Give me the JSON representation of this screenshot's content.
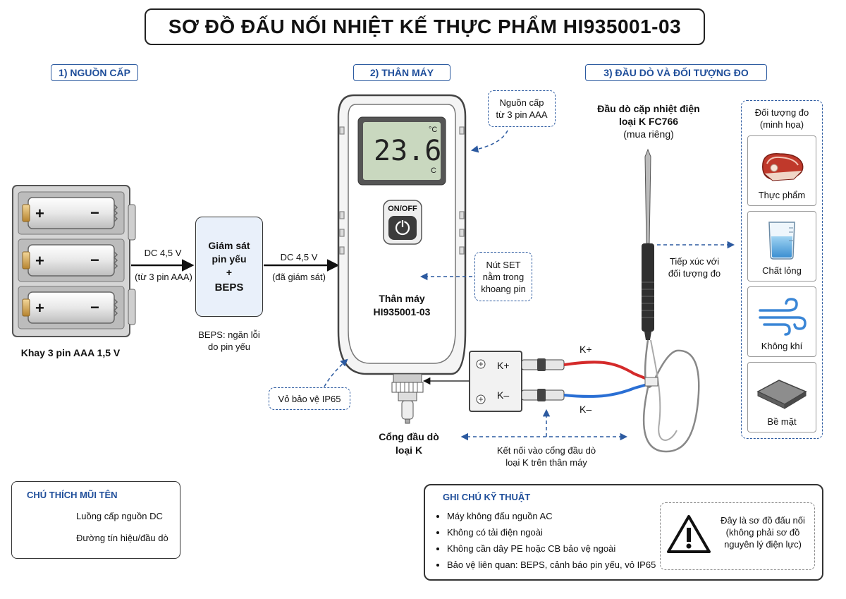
{
  "title": "SƠ ĐỒ ĐẤU NỐI NHIỆT KẾ THỰC PHẨM HI935001-03",
  "sections": {
    "power": "1) NGUỒN CẤP",
    "body": "2) THÂN MÁY",
    "probe": "3) ĐẦU DÒ VÀ ĐỐI TƯỢNG ĐO"
  },
  "battery": {
    "caption": "Khay 3 pin AAA 1,5 V",
    "plus": "+",
    "minus": "−"
  },
  "link1": {
    "top": "DC 4,5 V",
    "bottom": "(từ 3 pin AAA)"
  },
  "monitor": {
    "line1": "Giám sát",
    "line2": "pin yếu",
    "line3": "+",
    "line4": "BEPS",
    "note1": "BEPS: ngăn lỗi",
    "note2": "do pin yếu"
  },
  "link2": {
    "top": "DC 4,5 V",
    "bottom": "(đã giám sát)"
  },
  "meter": {
    "reading": "23.6",
    "unit_top": "°C",
    "unit_bottom": "C",
    "button": "ON/OFF",
    "label1": "Thân máy",
    "label2": "HI935001-03"
  },
  "callouts": {
    "power_src1": "Nguồn cấp",
    "power_src2": "từ 3 pin AAA",
    "set1": "Nút SET",
    "set2": "nằm trong",
    "set3": "khoang pin",
    "housing": "Vỏ bảo vệ IP65"
  },
  "port": {
    "line1": "Cổng đầu dò",
    "line2": "loại K"
  },
  "probe": {
    "line1": "Đầu dò cặp nhiệt điện",
    "line2": "loại K FC766",
    "line3": "(mua riêng)",
    "contact1": "Tiếp xúc với",
    "contact2": "đối tượng đo"
  },
  "connector": {
    "kplus": "K+",
    "kminus": "K–",
    "wire_plus": "K+",
    "wire_minus": "K–",
    "note1": "Kết nối vào cổng đầu dò",
    "note2": "loại K trên thân máy"
  },
  "objects": {
    "header1": "Đối tượng đo",
    "header2": "(minh họa)",
    "items": [
      "Thực phẩm",
      "Chất lỏng",
      "Không khí",
      "Bề mặt"
    ]
  },
  "legend": {
    "title": "CHÚ THÍCH MŨI TÊN",
    "solid": "Luồng cấp nguồn DC",
    "dashed": "Đường tín hiệu/đầu dò"
  },
  "notes": {
    "title": "GHI CHÚ KỸ THUẬT",
    "items": [
      "Máy không đấu nguồn AC",
      "Không có tải điện ngoài",
      "Không cần dây PE hoặc CB bảo vệ ngoài",
      "Bảo vệ liên quan: BEPS, cảnh báo pin yếu, vỏ IP65"
    ],
    "warning1": "Đây là sơ đồ đấu nối",
    "warning2": "(không phải sơ đồ",
    "warning3": "nguyên lý điện lực)"
  },
  "colors": {
    "accent": "#2c5aa0",
    "wire_plus": "#d42a2a",
    "wire_minus": "#2a6fd4",
    "lcd": "#c9d8bf"
  }
}
